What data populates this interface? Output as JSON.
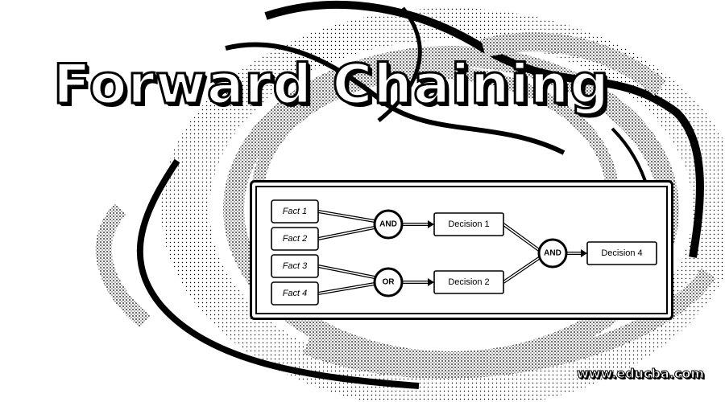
{
  "title": "Forward Chaining",
  "website": "www.educba.com",
  "diagram": {
    "facts": [
      "Fact 1",
      "Fact 2",
      "Fact 3",
      "Fact 4"
    ],
    "gates": [
      "AND",
      "OR",
      "AND"
    ],
    "decisions": [
      "Decision 1",
      "Decision 2",
      "Decision 4"
    ]
  },
  "colors": {
    "ink": "#000000",
    "paper": "#ffffff"
  }
}
